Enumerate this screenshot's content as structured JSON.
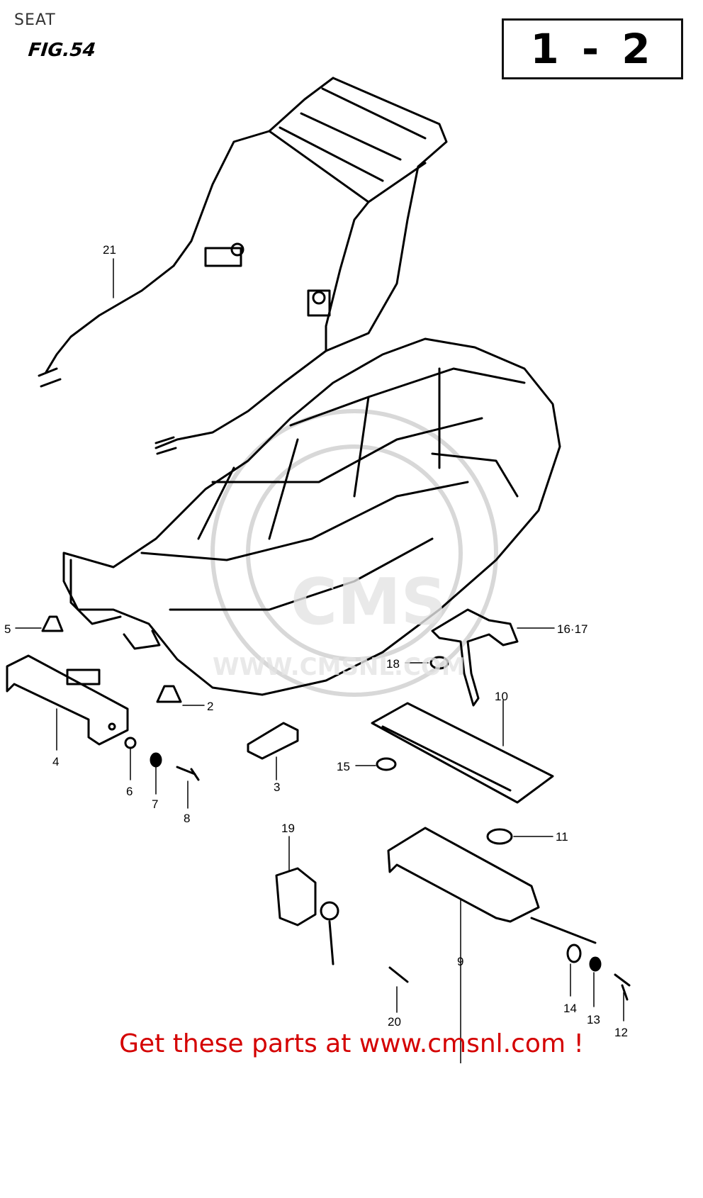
{
  "header": {
    "title": "SEAT",
    "figure": "FIG.54",
    "section": "1 - 2"
  },
  "watermark": {
    "brand": "CMS",
    "url": "WWW.CMSNL.COM"
  },
  "callouts": [
    {
      "id": "c21",
      "label": "21"
    },
    {
      "id": "c5",
      "label": "5"
    },
    {
      "id": "c2",
      "label": "2"
    },
    {
      "id": "c4",
      "label": "4"
    },
    {
      "id": "c6",
      "label": "6"
    },
    {
      "id": "c7",
      "label": "7"
    },
    {
      "id": "c8",
      "label": "8"
    },
    {
      "id": "c3",
      "label": "3"
    },
    {
      "id": "c1617",
      "label": "16·17"
    },
    {
      "id": "c18",
      "label": "18"
    },
    {
      "id": "c10",
      "label": "10"
    },
    {
      "id": "c15",
      "label": "15"
    },
    {
      "id": "c11",
      "label": "11"
    },
    {
      "id": "c19",
      "label": "19"
    },
    {
      "id": "c9",
      "label": "9"
    },
    {
      "id": "c14",
      "label": "14"
    },
    {
      "id": "c13",
      "label": "13"
    },
    {
      "id": "c12",
      "label": "12"
    },
    {
      "id": "c20",
      "label": "20"
    }
  ],
  "footer": {
    "text": "Get these parts at www.cmsnl.com !",
    "color": "#d40000"
  }
}
